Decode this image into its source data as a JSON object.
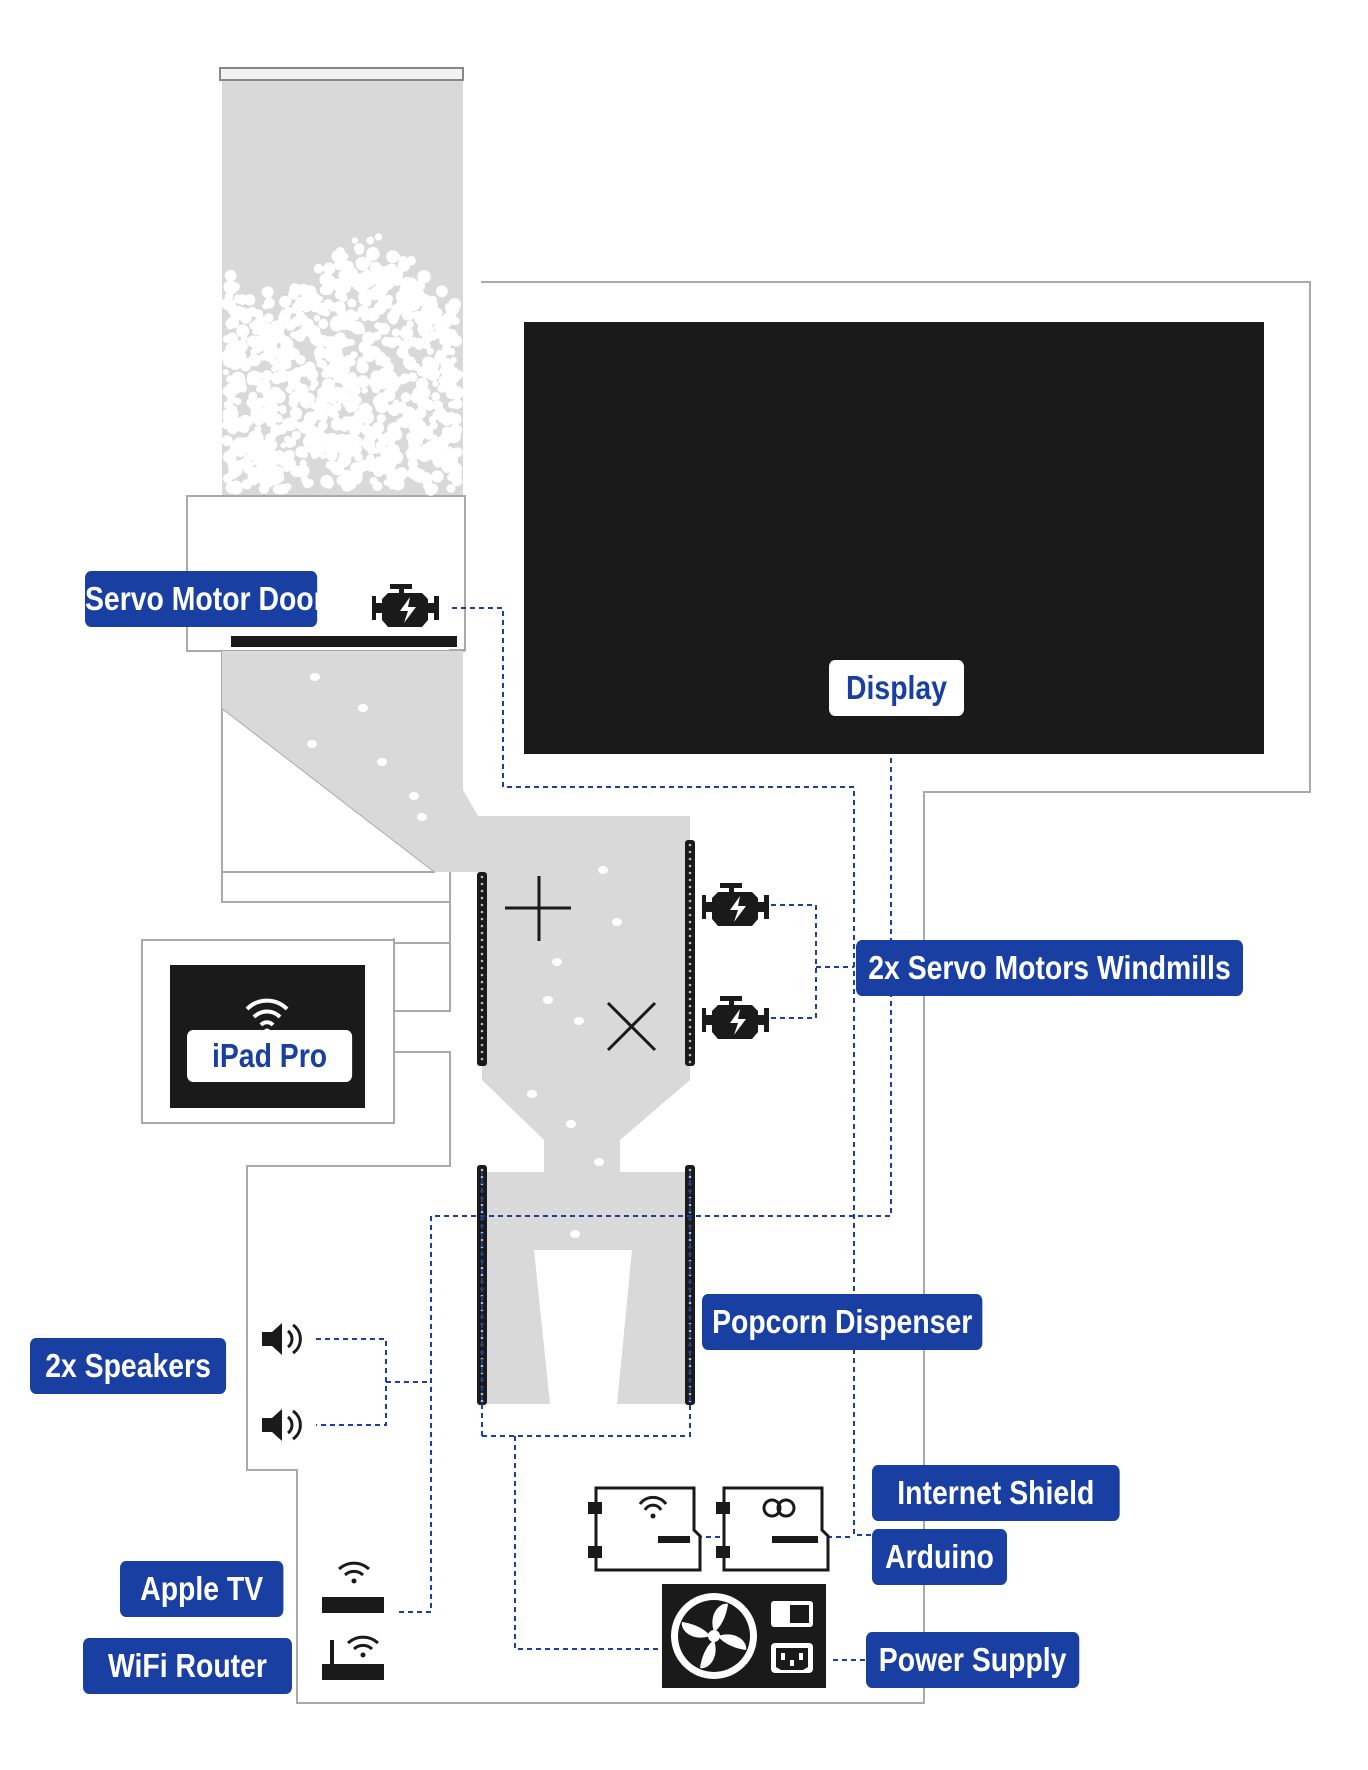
{
  "labels": {
    "servo_motor_door": "Servo Motor Door",
    "display": "Display",
    "servo_motors_windmills": "2x Servo Motors Windmills",
    "ipad_pro": "iPad Pro",
    "popcorn_dispenser": "Popcorn Dispenser",
    "speakers": "2x Speakers",
    "internet_shield": "Internet Shield",
    "arduino": "Arduino",
    "apple_tv": "Apple TV",
    "wifi_router": "WiFi Router",
    "power_supply": "Power Supply"
  },
  "icons": {
    "engine": "engine-icon",
    "speaker": "speaker-icon",
    "wifi": "wifi-icon",
    "fan": "fan-icon",
    "board": "circuit-board-icon"
  },
  "colors": {
    "label_blue": "#1a3fa3",
    "wire_blue": "#1a3fa3",
    "chute_grey": "#d9d9d9",
    "outline_grey": "#aaaaaa",
    "display_black": "#1a1a1a"
  }
}
